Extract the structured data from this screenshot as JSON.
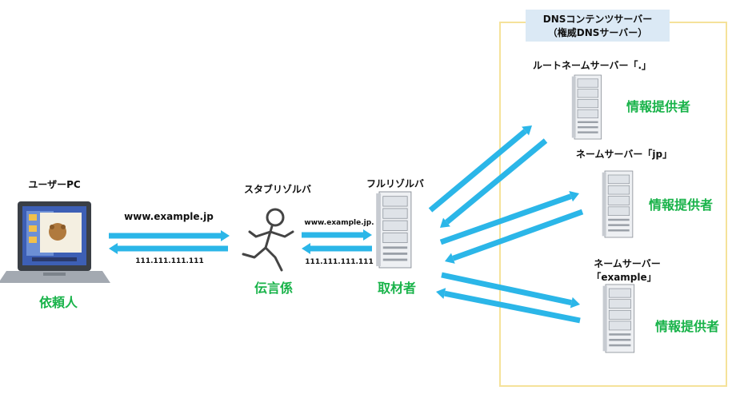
{
  "colors": {
    "arrow": "#2bb6e8",
    "green_label": "#19b34a",
    "dns_box_border": "#f5e29a",
    "dns_box_title_bg": "#dbe9f5"
  },
  "icons": {
    "laptop": "laptop-icon",
    "runner": "running-person-icon",
    "server": "server-tower-icon"
  },
  "dns_box": {
    "title_line1": "DNSコンテンツサーバー",
    "title_line2": "（権威DNSサーバー）"
  },
  "user_pc": {
    "label": "ユーザーPC",
    "role": "依頼人"
  },
  "stub": {
    "label": "スタブリゾルバ",
    "role": "伝言係"
  },
  "full": {
    "label": "フルリゾルバ",
    "role": "取材者"
  },
  "root_server": {
    "label": "ルートネームサーバー「.」",
    "role": "情報提供者"
  },
  "jp_server": {
    "label": "ネームサーバー「jp」",
    "role": "情報提供者"
  },
  "example_server": {
    "label_line1": "ネームサーバー",
    "label_line2": "「example」",
    "role": "情報提供者"
  },
  "flow1": {
    "query": "www.example.jp",
    "answer": "111.111.111.111"
  },
  "flow2": {
    "query": "www.example.jp.",
    "answer": "111.111.111.111"
  }
}
